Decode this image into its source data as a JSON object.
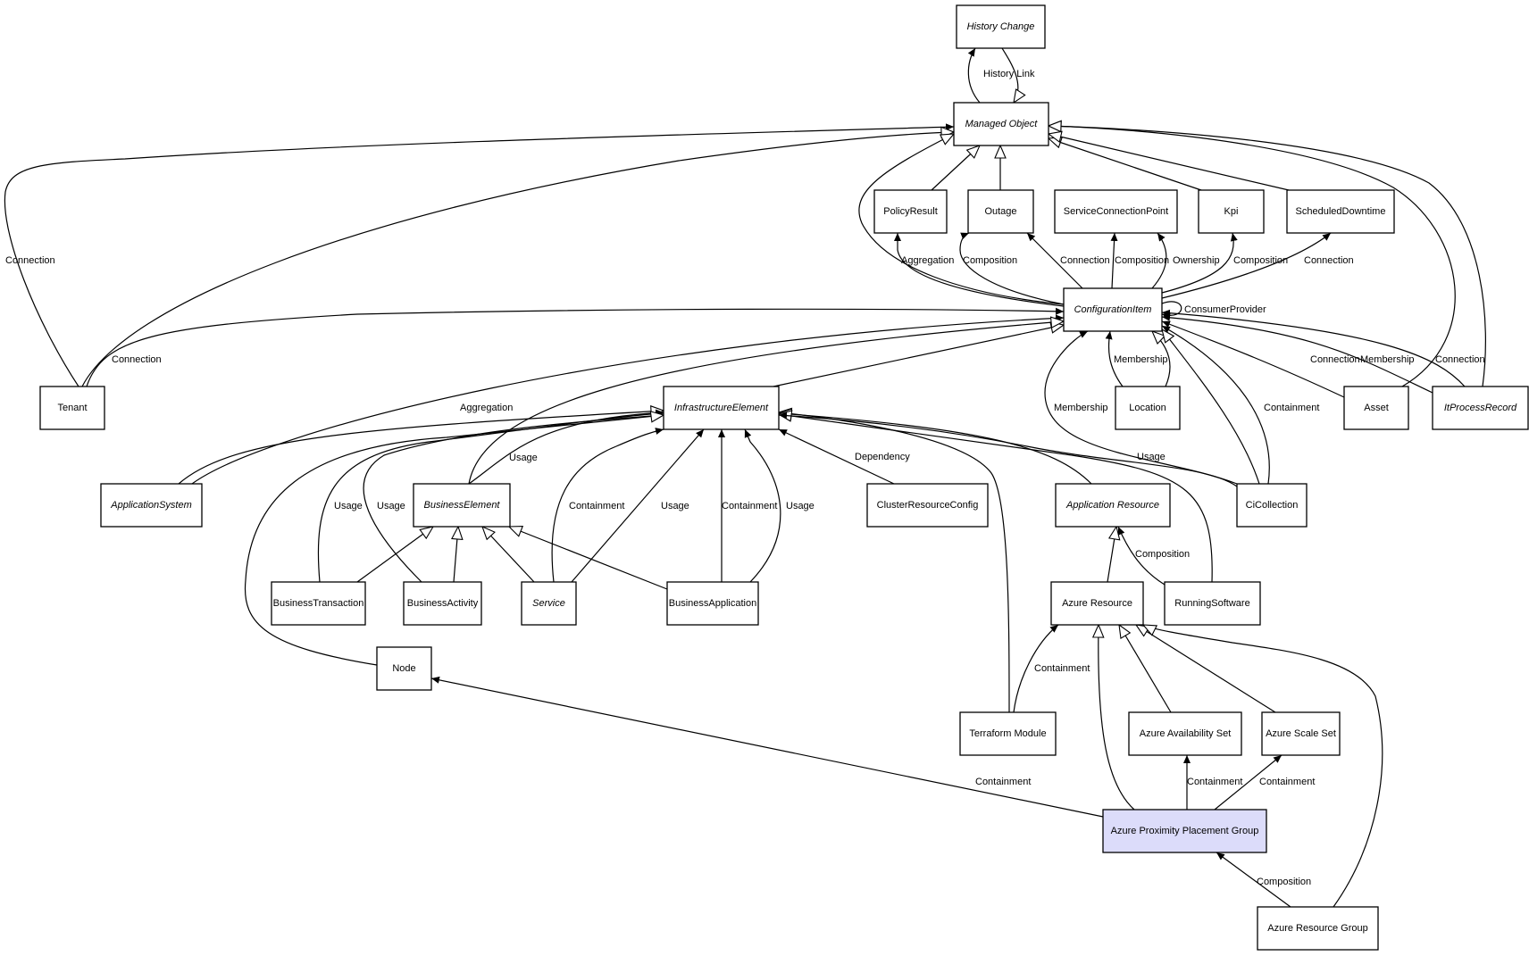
{
  "diagram": {
    "type": "uml-class-relationship-graph",
    "highlight_color": "#dcdcfa",
    "nodes": [
      {
        "id": "history-change",
        "label": "History Change",
        "abstract": true
      },
      {
        "id": "managed-object",
        "label": "Managed Object",
        "abstract": true
      },
      {
        "id": "policy-result",
        "label": "PolicyResult",
        "abstract": false
      },
      {
        "id": "outage",
        "label": "Outage",
        "abstract": false
      },
      {
        "id": "service-connection-point",
        "label": "ServiceConnectionPoint",
        "abstract": false
      },
      {
        "id": "kpi",
        "label": "Kpi",
        "abstract": false
      },
      {
        "id": "scheduled-downtime",
        "label": "ScheduledDowntime",
        "abstract": false
      },
      {
        "id": "configuration-item",
        "label": "ConfigurationItem",
        "abstract": true
      },
      {
        "id": "tenant",
        "label": "Tenant",
        "abstract": false
      },
      {
        "id": "infrastructure-element",
        "label": "InfrastructureElement",
        "abstract": true
      },
      {
        "id": "location",
        "label": "Location",
        "abstract": false
      },
      {
        "id": "asset",
        "label": "Asset",
        "abstract": false
      },
      {
        "id": "it-process-record",
        "label": "ItProcessRecord",
        "abstract": true
      },
      {
        "id": "application-system",
        "label": "ApplicationSystem",
        "abstract": true
      },
      {
        "id": "business-element",
        "label": "BusinessElement",
        "abstract": true
      },
      {
        "id": "cluster-resource-config",
        "label": "ClusterResourceConfig",
        "abstract": false
      },
      {
        "id": "application-resource",
        "label": "Application Resource",
        "abstract": true
      },
      {
        "id": "ci-collection",
        "label": "CiCollection",
        "abstract": false
      },
      {
        "id": "business-transaction",
        "label": "BusinessTransaction",
        "abstract": false
      },
      {
        "id": "business-activity",
        "label": "BusinessActivity",
        "abstract": false
      },
      {
        "id": "service",
        "label": "Service",
        "abstract": true
      },
      {
        "id": "business-application",
        "label": "BusinessApplication",
        "abstract": false
      },
      {
        "id": "azure-resource",
        "label": "Azure Resource",
        "abstract": false
      },
      {
        "id": "running-software",
        "label": "RunningSoftware",
        "abstract": false
      },
      {
        "id": "node",
        "label": "Node",
        "abstract": false
      },
      {
        "id": "terraform-module",
        "label": "Terraform Module",
        "abstract": false
      },
      {
        "id": "azure-availability-set",
        "label": "Azure Availability Set",
        "abstract": false
      },
      {
        "id": "azure-scale-set",
        "label": "Azure Scale Set",
        "abstract": false
      },
      {
        "id": "azure-proximity-placement-group",
        "label": "Azure Proximity Placement Group",
        "abstract": false,
        "highlighted": true
      },
      {
        "id": "azure-resource-group",
        "label": "Azure Resource Group",
        "abstract": false
      }
    ],
    "edges": [
      {
        "from": "managed-object",
        "to": "history-change",
        "kind": "association",
        "label": "History Link"
      },
      {
        "from": "history-change",
        "to": "managed-object",
        "kind": "inheritance",
        "label": ""
      },
      {
        "from": "tenant",
        "to": "managed-object",
        "kind": "association",
        "label": "Connection"
      },
      {
        "from": "tenant",
        "to": "managed-object",
        "kind": "inheritance",
        "label": ""
      },
      {
        "from": "tenant",
        "to": "configuration-item",
        "kind": "association",
        "label": "Connection"
      },
      {
        "from": "policy-result",
        "to": "managed-object",
        "kind": "inheritance",
        "label": ""
      },
      {
        "from": "outage",
        "to": "managed-object",
        "kind": "inheritance",
        "label": ""
      },
      {
        "from": "kpi",
        "to": "managed-object",
        "kind": "inheritance",
        "label": ""
      },
      {
        "from": "scheduled-downtime",
        "to": "managed-object",
        "kind": "inheritance",
        "label": ""
      },
      {
        "from": "configuration-item",
        "to": "managed-object",
        "kind": "inheritance",
        "label": ""
      },
      {
        "from": "asset",
        "to": "managed-object",
        "kind": "inheritance",
        "label": ""
      },
      {
        "from": "it-process-record",
        "to": "managed-object",
        "kind": "inheritance",
        "label": ""
      },
      {
        "from": "configuration-item",
        "to": "policy-result",
        "kind": "association",
        "label": "Aggregation"
      },
      {
        "from": "configuration-item",
        "to": "outage",
        "kind": "association",
        "label": "Composition"
      },
      {
        "from": "configuration-item",
        "to": "outage",
        "kind": "association",
        "label": "Connection"
      },
      {
        "from": "configuration-item",
        "to": "service-connection-point",
        "kind": "association",
        "label": "Composition"
      },
      {
        "from": "configuration-item",
        "to": "service-connection-point",
        "kind": "association",
        "label": "Ownership"
      },
      {
        "from": "configuration-item",
        "to": "kpi",
        "kind": "association",
        "label": "Composition"
      },
      {
        "from": "configuration-item",
        "to": "scheduled-downtime",
        "kind": "association",
        "label": "Connection"
      },
      {
        "from": "configuration-item",
        "to": "configuration-item",
        "kind": "association",
        "label": "ConsumerProvider"
      },
      {
        "from": "application-system",
        "to": "configuration-item",
        "kind": "association",
        "label": "Aggregation"
      },
      {
        "from": "infrastructure-element",
        "to": "configuration-item",
        "kind": "inheritance",
        "label": ""
      },
      {
        "from": "business-element",
        "to": "configuration-item",
        "kind": "inheritance",
        "label": ""
      },
      {
        "from": "location",
        "to": "configuration-item",
        "kind": "association",
        "label": "Membership"
      },
      {
        "from": "location",
        "to": "configuration-item",
        "kind": "inheritance",
        "label": ""
      },
      {
        "from": "ci-collection",
        "to": "configuration-item",
        "kind": "association",
        "label": "Membership"
      },
      {
        "from": "ci-collection",
        "to": "configuration-item",
        "kind": "association",
        "label": "Containment"
      },
      {
        "from": "ci-collection",
        "to": "configuration-item",
        "kind": "inheritance",
        "label": ""
      },
      {
        "from": "asset",
        "to": "configuration-item",
        "kind": "association",
        "label": "Connection"
      },
      {
        "from": "it-process-record",
        "to": "configuration-item",
        "kind": "association",
        "label": "Membership"
      },
      {
        "from": "it-process-record",
        "to": "configuration-item",
        "kind": "association",
        "label": "Connection"
      },
      {
        "from": "application-system",
        "to": "infrastructure-element",
        "kind": "inheritance",
        "label": ""
      },
      {
        "from": "business-element",
        "to": "infrastructure-element",
        "kind": "association",
        "label": "Usage"
      },
      {
        "from": "business-transaction",
        "to": "infrastructure-element",
        "kind": "association",
        "label": "Usage"
      },
      {
        "from": "business-activity",
        "to": "infrastructure-element",
        "kind": "association",
        "label": "Usage"
      },
      {
        "from": "node",
        "to": "infrastructure-element",
        "kind": "inheritance",
        "label": ""
      },
      {
        "from": "service",
        "to": "infrastructure-element",
        "kind": "association",
        "label": "Containment"
      },
      {
        "from": "service",
        "to": "infrastructure-element",
        "kind": "association",
        "label": "Usage"
      },
      {
        "from": "business-application",
        "to": "infrastructure-element",
        "kind": "association",
        "label": "Containment"
      },
      {
        "from": "business-application",
        "to": "infrastructure-element",
        "kind": "association",
        "label": "Usage"
      },
      {
        "from": "cluster-resource-config",
        "to": "infrastructure-element",
        "kind": "association",
        "label": "Dependency"
      },
      {
        "from": "terraform-module",
        "to": "infrastructure-element",
        "kind": "inheritance",
        "label": ""
      },
      {
        "from": "application-resource",
        "to": "infrastructure-element",
        "kind": "inheritance",
        "label": ""
      },
      {
        "from": "running-software",
        "to": "infrastructure-element",
        "kind": "inheritance",
        "label": ""
      },
      {
        "from": "ci-collection",
        "to": "infrastructure-element",
        "kind": "association",
        "label": "Usage"
      },
      {
        "from": "business-transaction",
        "to": "business-element",
        "kind": "inheritance",
        "label": ""
      },
      {
        "from": "business-activity",
        "to": "business-element",
        "kind": "inheritance",
        "label": ""
      },
      {
        "from": "service",
        "to": "business-element",
        "kind": "inheritance",
        "label": ""
      },
      {
        "from": "business-application",
        "to": "business-element",
        "kind": "inheritance",
        "label": ""
      },
      {
        "from": "azure-resource",
        "to": "application-resource",
        "kind": "inheritance",
        "label": ""
      },
      {
        "from": "running-software",
        "to": "application-resource",
        "kind": "association",
        "label": "Composition"
      },
      {
        "from": "terraform-module",
        "to": "azure-resource",
        "kind": "association",
        "label": "Containment"
      },
      {
        "from": "azure-proximity-placement-group",
        "to": "azure-resource",
        "kind": "inheritance",
        "label": ""
      },
      {
        "from": "azure-availability-set",
        "to": "azure-resource",
        "kind": "inheritance",
        "label": ""
      },
      {
        "from": "azure-scale-set",
        "to": "azure-resource",
        "kind": "inheritance",
        "label": ""
      },
      {
        "from": "azure-resource-group",
        "to": "azure-resource",
        "kind": "inheritance",
        "label": ""
      },
      {
        "from": "azure-proximity-placement-group",
        "to": "node",
        "kind": "association",
        "label": "Containment"
      },
      {
        "from": "azure-proximity-placement-group",
        "to": "azure-availability-set",
        "kind": "association",
        "label": "Containment"
      },
      {
        "from": "azure-proximity-placement-group",
        "to": "azure-scale-set",
        "kind": "association",
        "label": "Containment"
      },
      {
        "from": "azure-resource-group",
        "to": "azure-proximity-placement-group",
        "kind": "association",
        "label": "Composition"
      }
    ]
  }
}
